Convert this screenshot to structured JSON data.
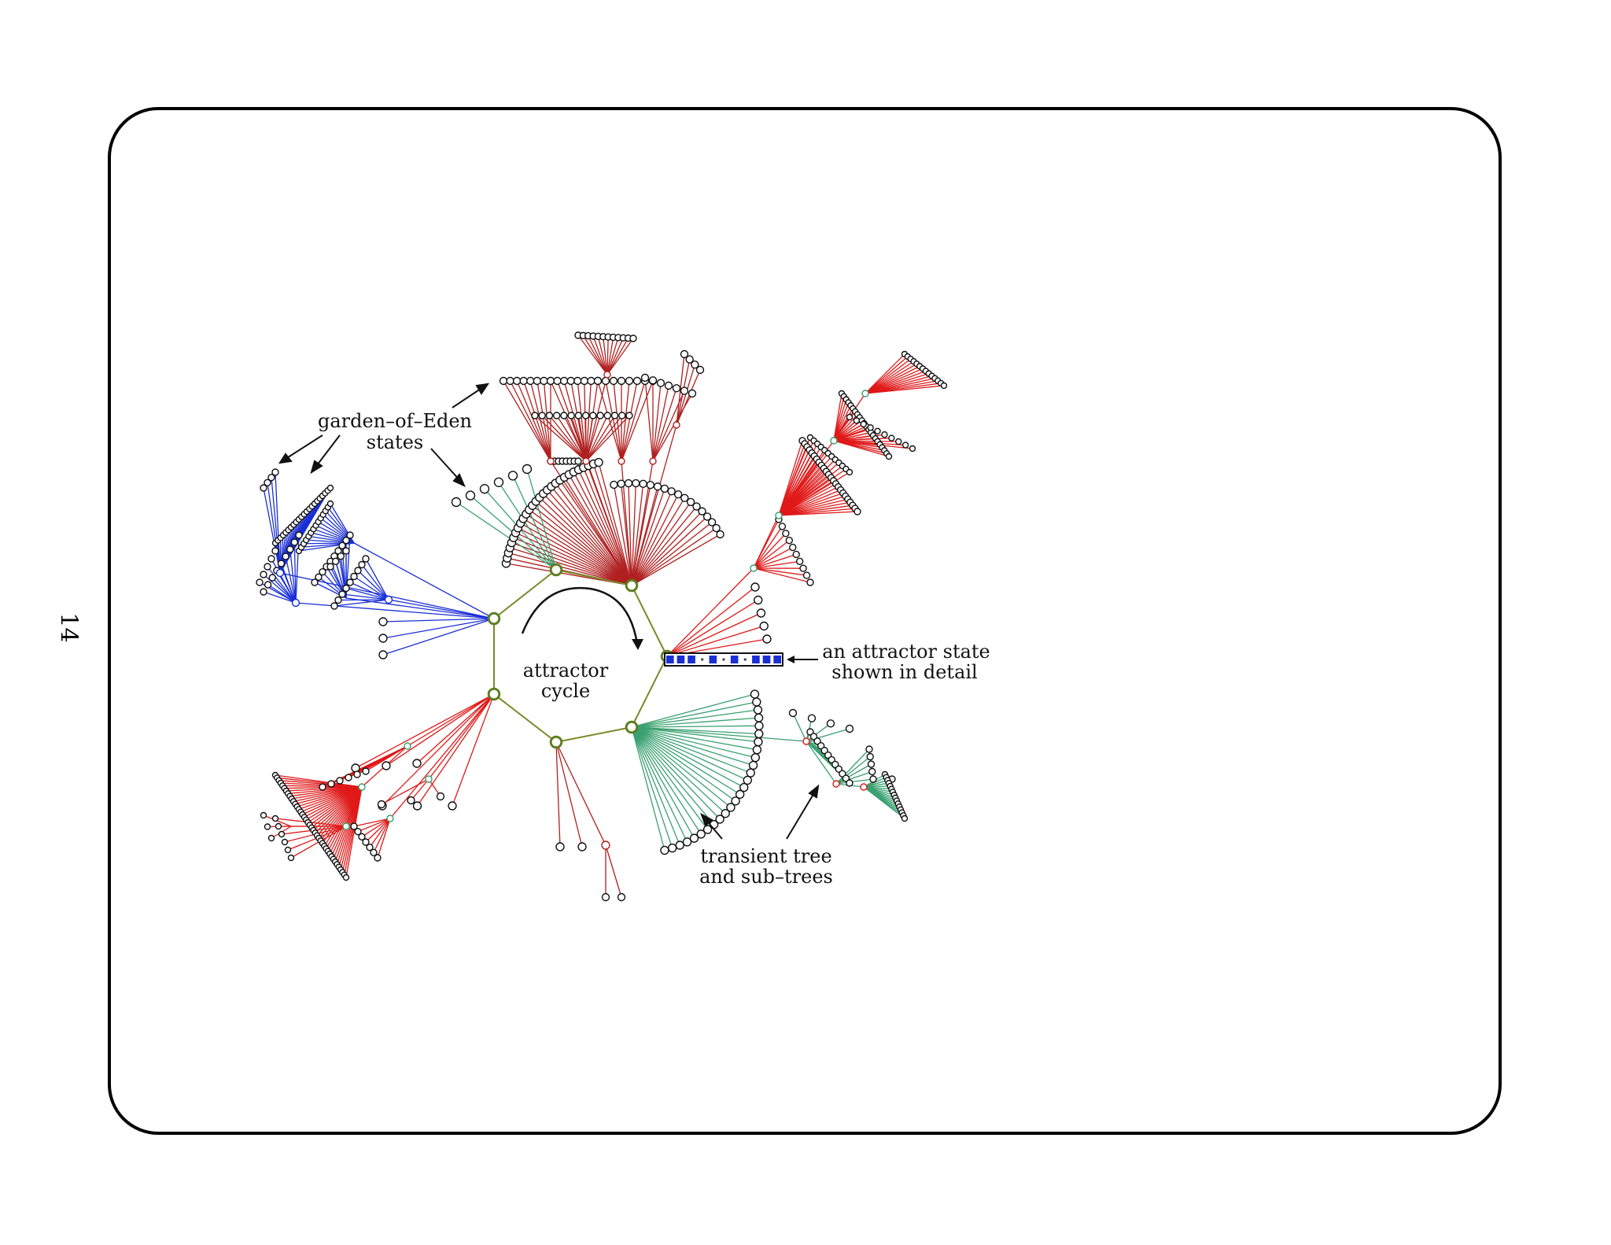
{
  "page": {
    "number": "14"
  },
  "diagram": {
    "labels": {
      "garden_line1": "garden–of–Eden",
      "garden_line2": "states",
      "attractor_line1": "attractor",
      "attractor_line2": "cycle",
      "state_line1": "an attractor state",
      "state_line2": "shown in detail",
      "transient_line1": "transient tree",
      "transient_line2": "and sub–trees"
    },
    "colors": {
      "cycle": "#7a8a2a",
      "blue_tree": "#1a2fd6",
      "red_tree": "#e01818",
      "darkred_tree": "#b02020",
      "green_tree": "#3aa070",
      "node_stroke": "#111111",
      "state_cell": "#1a2fd6"
    },
    "attractor_state_cells": [
      1,
      1,
      1,
      0,
      1,
      0,
      1,
      0,
      1,
      1,
      1
    ]
  }
}
